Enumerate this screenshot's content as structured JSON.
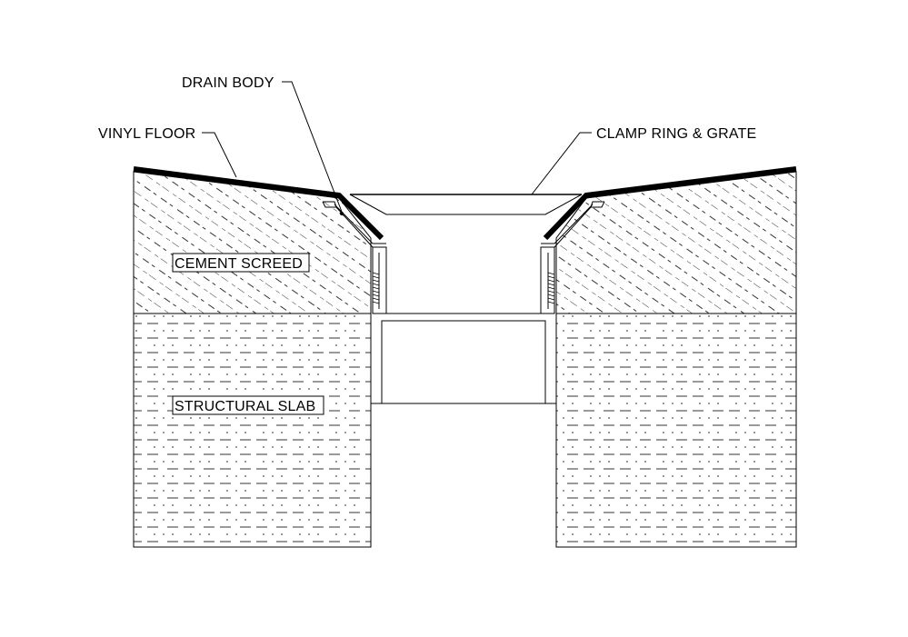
{
  "diagram": {
    "labels": {
      "drain_body": "DRAIN BODY",
      "vinyl_floor": "VINYL FLOOR",
      "clamp_ring_grate": "CLAMP RING & GRATE",
      "cement_screed": "CEMENT SCREED",
      "structural_slab": "STRUCTURAL SLAB"
    },
    "colors": {
      "line": "#000000",
      "background": "#ffffff"
    }
  }
}
